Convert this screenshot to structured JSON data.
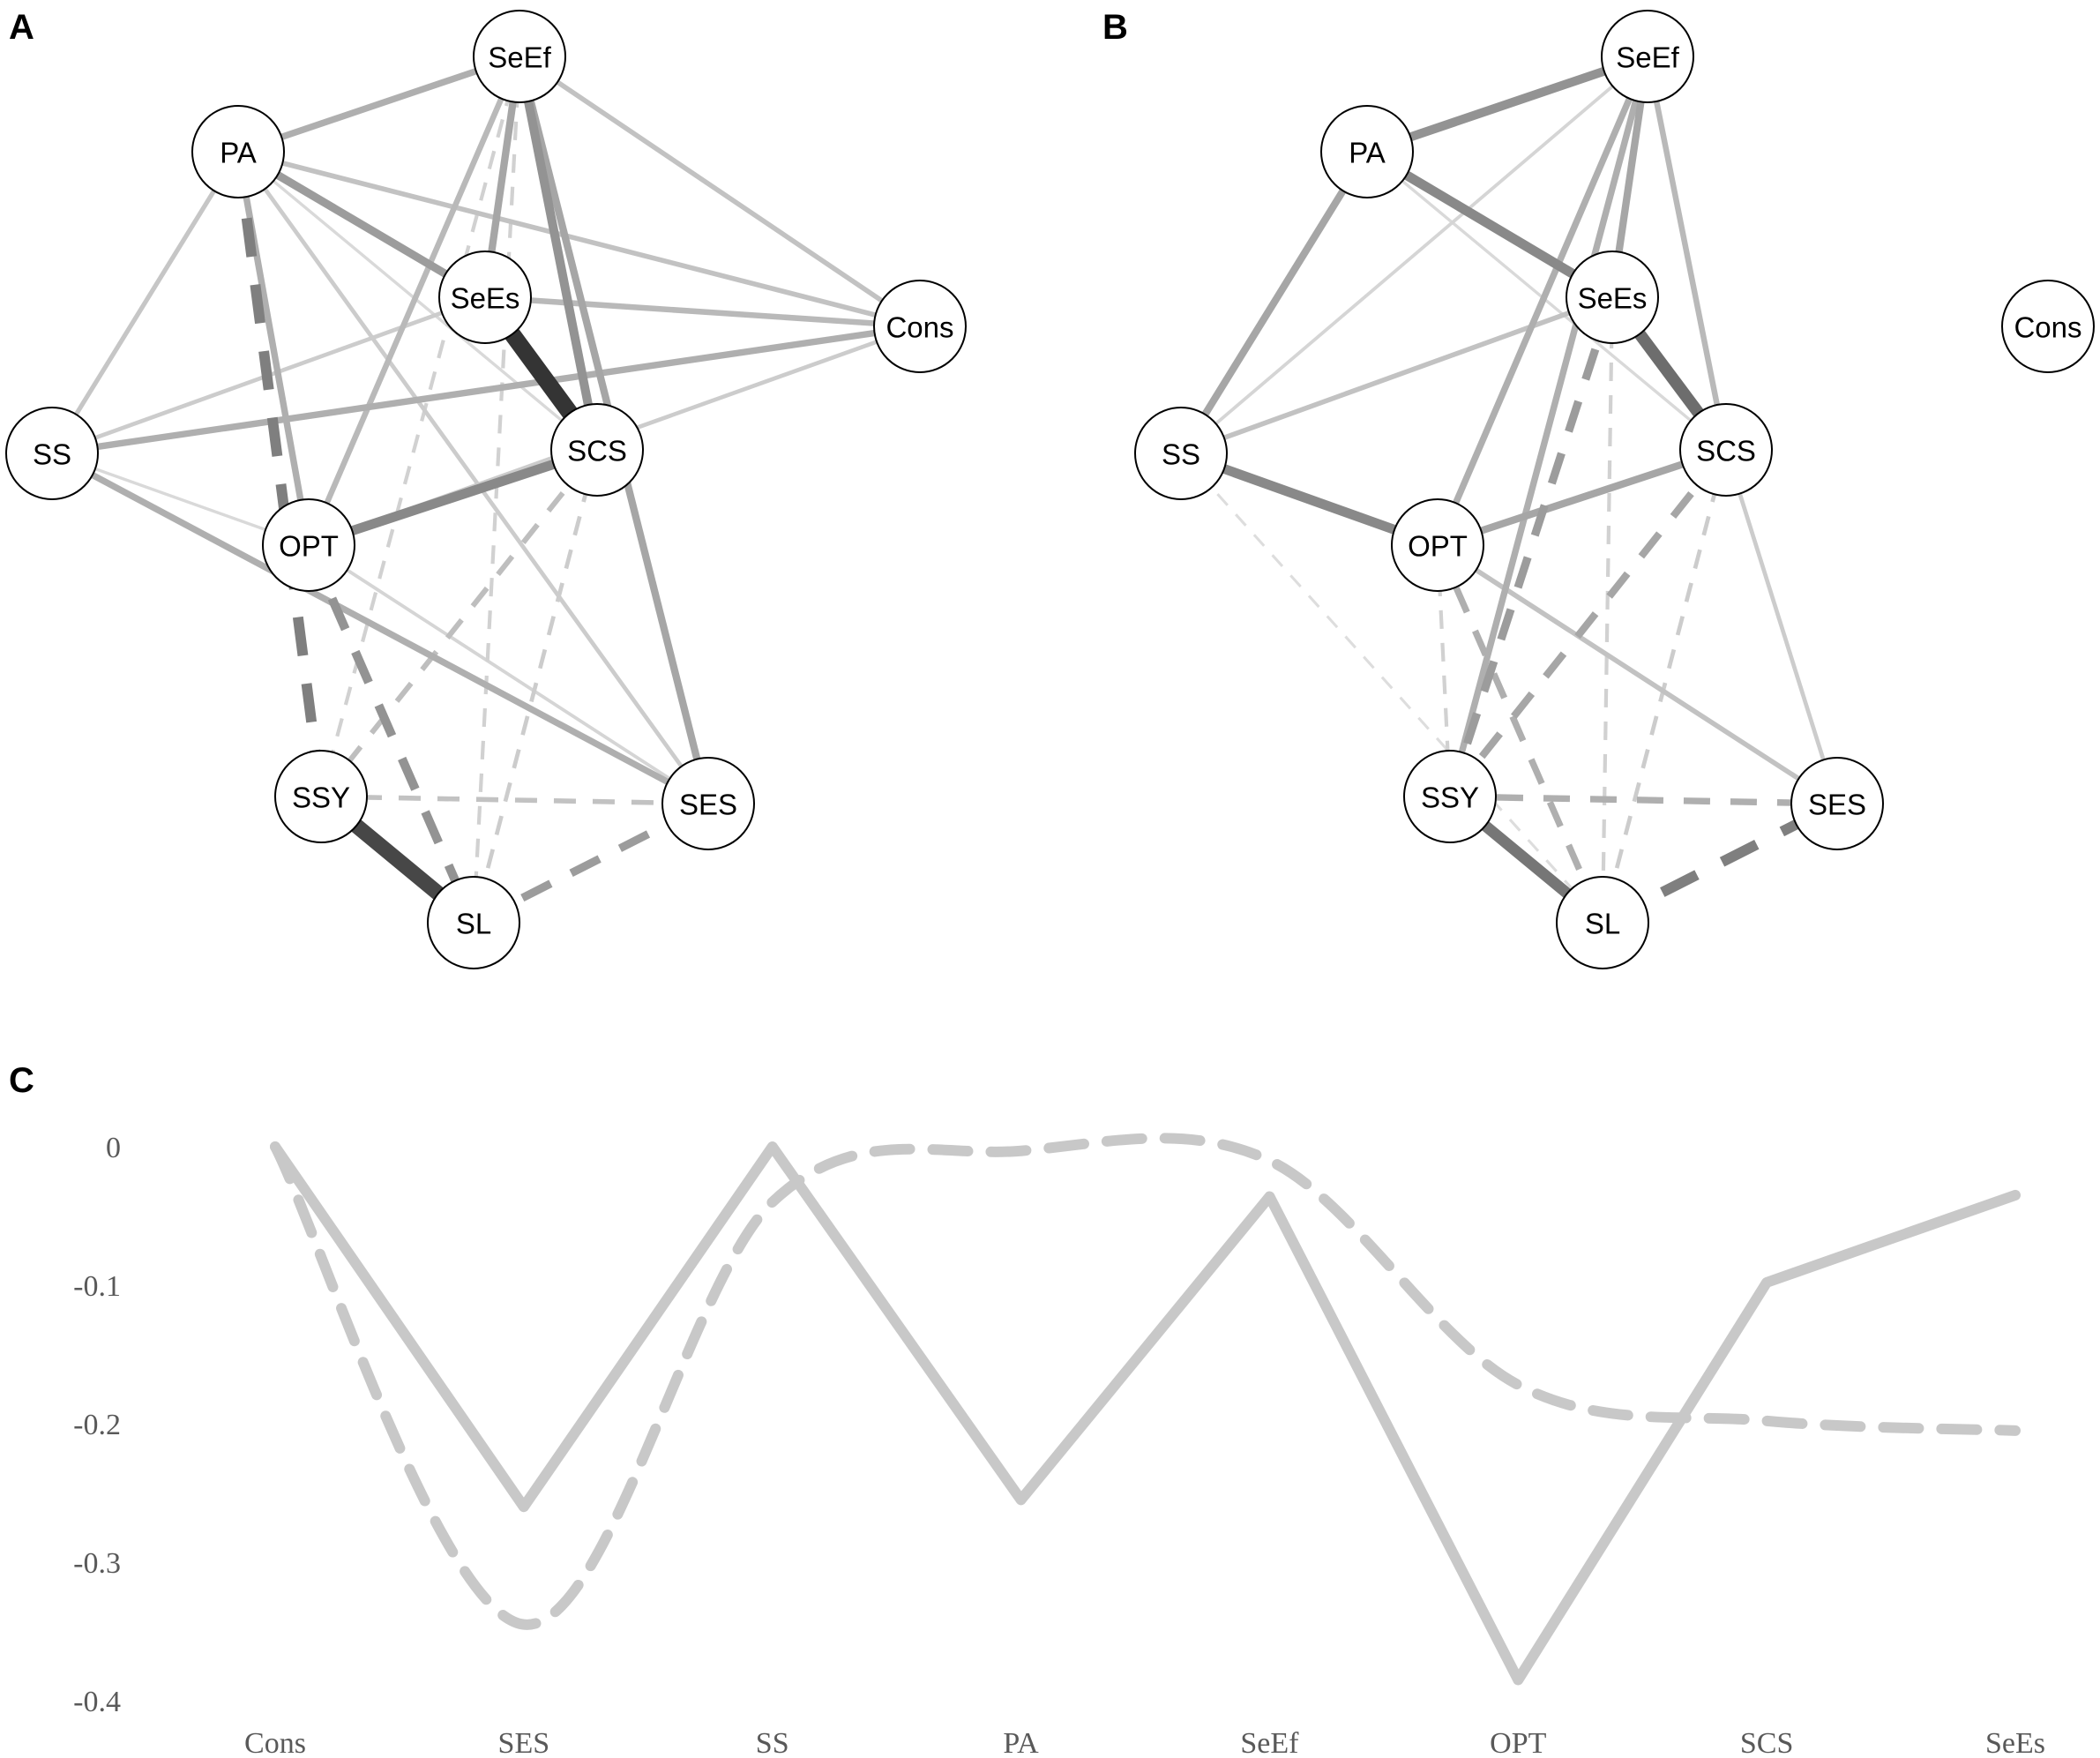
{
  "panels": {
    "a": "A",
    "b": "B",
    "c": "C"
  },
  "colors": {
    "series_line": "#c8c8c8",
    "node_stroke": "#000000",
    "edge_dark": "#2a2a2a"
  },
  "network_a": {
    "nodes": [
      {
        "id": "SeEf",
        "label": "SeEf"
      },
      {
        "id": "PA",
        "label": "PA"
      },
      {
        "id": "SeEs",
        "label": "SeEs"
      },
      {
        "id": "Cons",
        "label": "Cons"
      },
      {
        "id": "SS",
        "label": "SS"
      },
      {
        "id": "SCS",
        "label": "SCS"
      },
      {
        "id": "OPT",
        "label": "OPT"
      },
      {
        "id": "SSY",
        "label": "SSY"
      },
      {
        "id": "SES",
        "label": "SES"
      },
      {
        "id": "SL",
        "label": "SL"
      }
    ],
    "edges": [
      {
        "from": "SeEs",
        "to": "SCS",
        "weight": 0.95,
        "sign": "positive"
      },
      {
        "from": "SSY",
        "to": "SL",
        "weight": 0.85,
        "sign": "positive"
      },
      {
        "from": "PA",
        "to": "SSY",
        "weight": 0.55,
        "sign": "negative"
      },
      {
        "from": "OPT",
        "to": "SCS",
        "weight": 0.5,
        "sign": "positive"
      },
      {
        "from": "OPT",
        "to": "SL",
        "weight": 0.45,
        "sign": "negative"
      },
      {
        "from": "SeEf",
        "to": "SCS",
        "weight": 0.45,
        "sign": "positive"
      },
      {
        "from": "PA",
        "to": "SeEs",
        "weight": 0.4,
        "sign": "positive"
      },
      {
        "from": "SL",
        "to": "SES",
        "weight": 0.4,
        "sign": "negative"
      },
      {
        "from": "SeEf",
        "to": "SES",
        "weight": 0.35,
        "sign": "positive"
      },
      {
        "from": "SeEf",
        "to": "SeEs",
        "weight": 0.35,
        "sign": "positive"
      },
      {
        "from": "SS",
        "to": "SES",
        "weight": 0.3,
        "sign": "positive"
      },
      {
        "from": "SS",
        "to": "Cons",
        "weight": 0.3,
        "sign": "positive"
      },
      {
        "from": "PA",
        "to": "SeEf",
        "weight": 0.3,
        "sign": "positive"
      },
      {
        "from": "PA",
        "to": "OPT",
        "weight": 0.3,
        "sign": "positive"
      },
      {
        "from": "SeEs",
        "to": "Cons",
        "weight": 0.25,
        "sign": "positive"
      },
      {
        "from": "SeEf",
        "to": "OPT",
        "weight": 0.25,
        "sign": "positive"
      },
      {
        "from": "SeEf",
        "to": "Cons",
        "weight": 0.2,
        "sign": "positive"
      },
      {
        "from": "PA",
        "to": "Cons",
        "weight": 0.2,
        "sign": "positive"
      },
      {
        "from": "PA",
        "to": "SS",
        "weight": 0.18,
        "sign": "positive"
      },
      {
        "from": "SS",
        "to": "SeEs",
        "weight": 0.15,
        "sign": "positive"
      },
      {
        "from": "PA",
        "to": "SES",
        "weight": 0.15,
        "sign": "positive"
      },
      {
        "from": "OPT",
        "to": "Cons",
        "weight": 0.15,
        "sign": "positive"
      },
      {
        "from": "SSY",
        "to": "SCS",
        "weight": 0.22,
        "sign": "negative"
      },
      {
        "from": "SSY",
        "to": "SES",
        "weight": 0.2,
        "sign": "negative"
      },
      {
        "from": "SCS",
        "to": "SL",
        "weight": 0.15,
        "sign": "negative"
      },
      {
        "from": "SeEf",
        "to": "SSY",
        "weight": 0.12,
        "sign": "negative"
      },
      {
        "from": "SeEf",
        "to": "SL",
        "weight": 0.12,
        "sign": "negative"
      },
      {
        "from": "OPT",
        "to": "SES",
        "weight": 0.1,
        "sign": "positive"
      },
      {
        "from": "SS",
        "to": "OPT",
        "weight": 0.08,
        "sign": "positive"
      },
      {
        "from": "PA",
        "to": "SCS",
        "weight": 0.08,
        "sign": "positive"
      }
    ]
  },
  "network_b": {
    "nodes": [
      {
        "id": "SeEf",
        "label": "SeEf"
      },
      {
        "id": "PA",
        "label": "PA"
      },
      {
        "id": "SeEs",
        "label": "SeEs"
      },
      {
        "id": "Cons",
        "label": "Cons"
      },
      {
        "id": "SS",
        "label": "SS"
      },
      {
        "id": "SCS",
        "label": "SCS"
      },
      {
        "id": "OPT",
        "label": "OPT"
      },
      {
        "id": "SSY",
        "label": "SSY"
      },
      {
        "id": "SES",
        "label": "SES"
      },
      {
        "id": "SL",
        "label": "SL"
      }
    ],
    "edges": [
      {
        "from": "SeEs",
        "to": "SCS",
        "weight": 0.65,
        "sign": "positive"
      },
      {
        "from": "SSY",
        "to": "SL",
        "weight": 0.6,
        "sign": "positive"
      },
      {
        "from": "SL",
        "to": "SES",
        "weight": 0.55,
        "sign": "negative"
      },
      {
        "from": "PA",
        "to": "SeEs",
        "weight": 0.5,
        "sign": "positive"
      },
      {
        "from": "SS",
        "to": "OPT",
        "weight": 0.5,
        "sign": "positive"
      },
      {
        "from": "PA",
        "to": "SeEf",
        "weight": 0.45,
        "sign": "positive"
      },
      {
        "from": "SeEs",
        "to": "SSY",
        "weight": 0.4,
        "sign": "negative"
      },
      {
        "from": "SeEf",
        "to": "SeEs",
        "weight": 0.35,
        "sign": "positive"
      },
      {
        "from": "SS",
        "to": "PA",
        "weight": 0.35,
        "sign": "positive"
      },
      {
        "from": "OPT",
        "to": "SCS",
        "weight": 0.35,
        "sign": "positive"
      },
      {
        "from": "SSY",
        "to": "SCS",
        "weight": 0.35,
        "sign": "negative"
      },
      {
        "from": "SeEf",
        "to": "OPT",
        "weight": 0.3,
        "sign": "positive"
      },
      {
        "from": "SeEf",
        "to": "SSY",
        "weight": 0.3,
        "sign": "positive"
      },
      {
        "from": "OPT",
        "to": "SL",
        "weight": 0.3,
        "sign": "negative"
      },
      {
        "from": "SSY",
        "to": "SES",
        "weight": 0.3,
        "sign": "negative"
      },
      {
        "from": "SeEf",
        "to": "SCS",
        "weight": 0.25,
        "sign": "positive"
      },
      {
        "from": "SS",
        "to": "SeEs",
        "weight": 0.2,
        "sign": "positive"
      },
      {
        "from": "OPT",
        "to": "SES",
        "weight": 0.2,
        "sign": "positive"
      },
      {
        "from": "SCS",
        "to": "SES",
        "weight": 0.15,
        "sign": "positive"
      },
      {
        "from": "SCS",
        "to": "SL",
        "weight": 0.15,
        "sign": "negative"
      },
      {
        "from": "SeEs",
        "to": "SL",
        "weight": 0.12,
        "sign": "negative"
      },
      {
        "from": "OPT",
        "to": "SSY",
        "weight": 0.12,
        "sign": "negative"
      },
      {
        "from": "SS",
        "to": "SeEf",
        "weight": 0.1,
        "sign": "positive"
      },
      {
        "from": "PA",
        "to": "SCS",
        "weight": 0.08,
        "sign": "positive"
      },
      {
        "from": "SS",
        "to": "SL",
        "weight": 0.06,
        "sign": "negative"
      }
    ]
  },
  "chart_data": {
    "type": "line",
    "categories": [
      "Cons",
      "SES",
      "SS",
      "PA",
      "SeEf",
      "OPT",
      "SCS",
      "SeEs"
    ],
    "series": [
      {
        "style": "solid",
        "values": [
          0,
          -0.26,
          0,
          -0.255,
          -0.036,
          -0.385,
          -0.098,
          -0.035
        ]
      },
      {
        "style": "dashed",
        "values": [
          0,
          -0.345,
          -0.04,
          -0.003,
          -0.01,
          -0.172,
          -0.198,
          -0.205
        ]
      }
    ],
    "yticks": [
      0,
      -0.1,
      -0.2,
      -0.3,
      -0.4
    ],
    "ytick_labels": [
      "0",
      "-0.1",
      "-0.2",
      "-0.3",
      "-0.4"
    ],
    "ylim": [
      -0.4,
      0
    ],
    "grid": false,
    "legend": "none"
  }
}
